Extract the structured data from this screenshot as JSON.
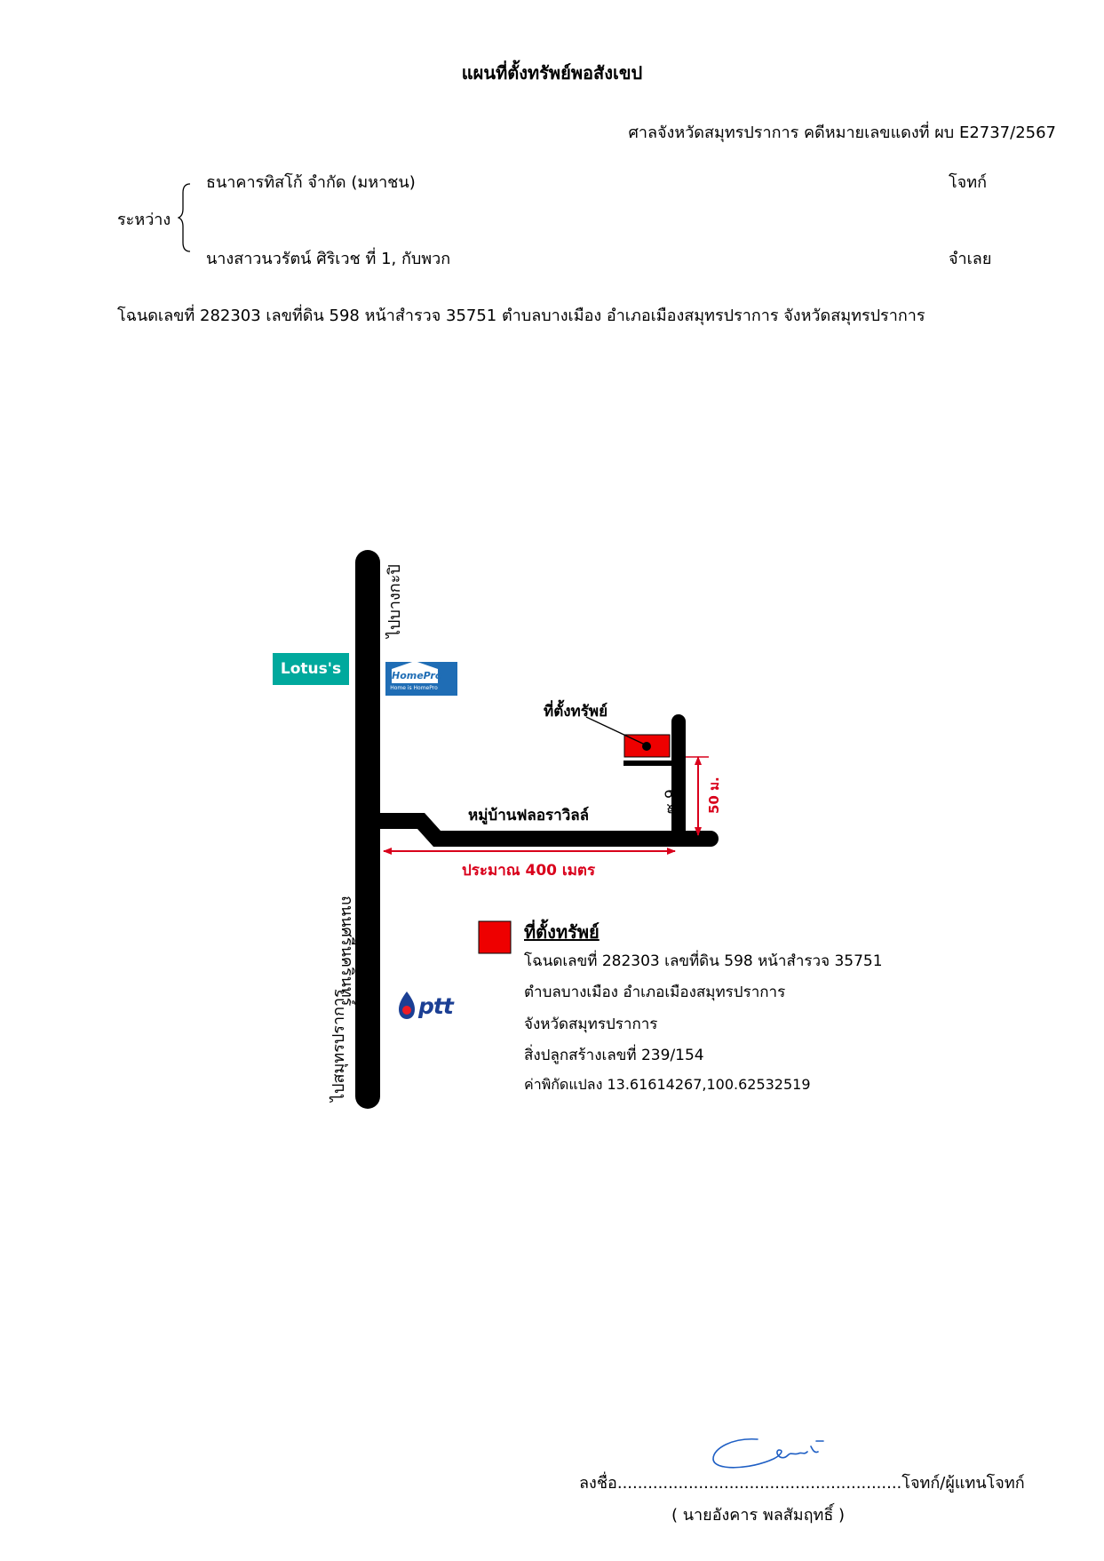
{
  "header": {
    "title": "แผนที่ตั้งทรัพย์พอสังเขป",
    "court_line": "ศาลจังหวัดสมุทรปราการ คดีหมายเลขแดงที่ ผบ E2737/2567"
  },
  "parties": {
    "between_label": "ระหว่าง",
    "plaintiff_name": "ธนาคารทิสโก้ จำกัด (มหาชน)",
    "plaintiff_role": "โจทก์",
    "defendant_name": "นางสาวนวรัตน์ ศิริเวช ที่ 1, กับพวก",
    "defendant_role": "จำเลย"
  },
  "deed_line": "โฉนดเลขที่ 282303 เลขที่ดิน 598 หน้าสำรวจ 35751 ตำบลบางเมือง อำเภอเมืองสมุทรปราการ จังหวัดสมุทรปราการ",
  "map": {
    "main_road": "ถนนศรีนครินทร์",
    "to_north": "ไปบางกะปิ",
    "to_south": "ไปสมุทรปราการ",
    "village": "หมู่บ้านฟลอราวิลล์",
    "soi": "ซ.9",
    "distance_400": "ประมาณ 400 เมตร",
    "distance_50": "50 ม.",
    "property_label": "ที่ตั้งทรัพย์",
    "logos": {
      "lotus": "Lotus's",
      "homepro": "HomePro",
      "homepro_tagline": "Home is HomePro",
      "ptt": "ptt"
    },
    "colors": {
      "road": "#000000",
      "property": "#ee0000",
      "dimension": "#d9001b",
      "lotus_bg": "#00a99d",
      "homepro_bg": "#1f6db5",
      "ptt_blue": "#1b3f94"
    }
  },
  "legend": {
    "title": "ที่ตั้งทรัพย์",
    "lines": [
      "โฉนดเลขที่ 282303 เลขที่ดิน 598 หน้าสำรวจ 35751",
      "ตำบลบางเมือง อำเภอเมืองสมุทรปราการ",
      "จังหวัดสมุทรปราการ",
      "สิ่งปลูกสร้างเลขที่ 239/154",
      "ค่าพิกัดแปลง 13.61614267,100.62532519"
    ]
  },
  "signature": {
    "sign_label": "ลงชื่อ",
    "dots": "........................................................",
    "role": "โจทก์/ผู้แทนโจทก์",
    "name": "( นายอังคาร พลสัมฤทธิ์ )"
  }
}
